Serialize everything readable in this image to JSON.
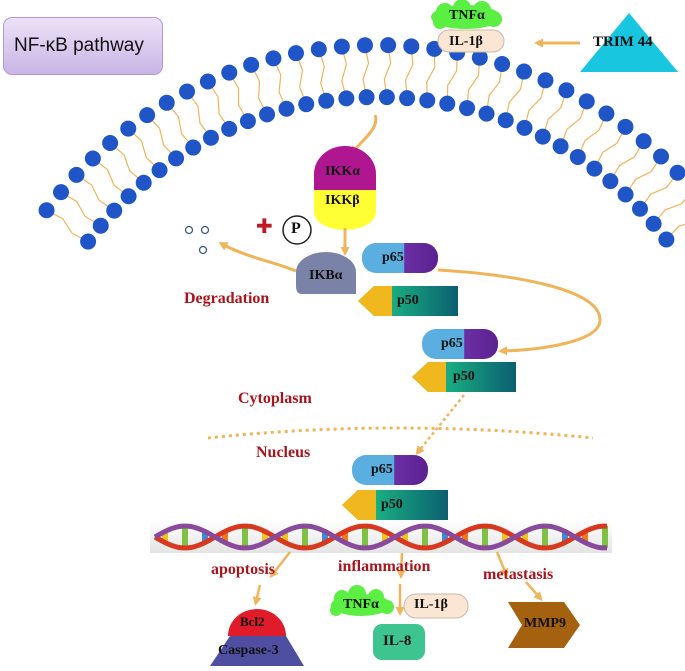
{
  "title": "NF-κB pathway",
  "trim": "TRIM 44",
  "ligands": {
    "tnf": "TNFα",
    "il1b": "IL-1β"
  },
  "kinases": {
    "ikka": "IKKα",
    "ikkb": "IKKβ",
    "phospho": "P",
    "plus": "✚"
  },
  "inhibitor": "IKBα",
  "subunits": {
    "p65": "p65",
    "p50": "p50"
  },
  "labels": {
    "degradation": "Degradation",
    "cytoplasm": "Cytoplasm",
    "nucleus": "Nucleus",
    "apoptosis": "apoptosis",
    "inflammation": "inflammation",
    "metastasis": "metastasis"
  },
  "outputs": {
    "bcl2": "Bcl2",
    "caspase": "Caspase-3",
    "tnf": "TNFα",
    "il1b": "IL-1β",
    "il8": "IL-8",
    "mmp9": "MMP9"
  },
  "colors": {
    "membrane": "#1f55c7",
    "arrow": "#f0b45a",
    "title_bg": "#d9c9ef",
    "trim": "#19c6e0",
    "ikka": "#b0168f",
    "ikkb": "#ffff33",
    "ikba": "#7b82a8",
    "p65": "#5aa3d8",
    "p65_dark": "#6a2fa5",
    "p50": "#0b6e74",
    "p50_light": "#22d48a",
    "p50_tip": "#f0b81e",
    "label_red": "#a8151d"
  }
}
